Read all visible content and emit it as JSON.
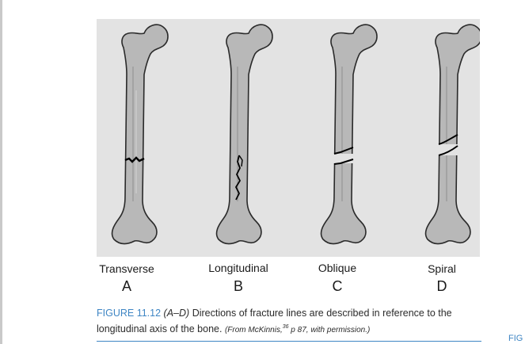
{
  "figure": {
    "panels": [
      {
        "letter": "A",
        "label": "Transverse"
      },
      {
        "letter": "B",
        "label": "Longitudinal"
      },
      {
        "letter": "C",
        "label": "Oblique"
      },
      {
        "letter": "D",
        "label": "Spiral"
      }
    ]
  },
  "caption": {
    "figure_number": "FIGURE 11.12",
    "range": "(A–D)",
    "text": "Directions of fracture lines are described in reference to the longitudinal axis of the bone.",
    "source_prefix": "(From McKinnis,",
    "source_ref": "36",
    "source_suffix": " p 87, with permission.)"
  },
  "cut_text": "FIG",
  "colors": {
    "panel_background": "#e3e3e3",
    "bone_fill": "#b8b8b8",
    "bone_outline": "#2a2a2a",
    "accent": "#3f86c4"
  }
}
